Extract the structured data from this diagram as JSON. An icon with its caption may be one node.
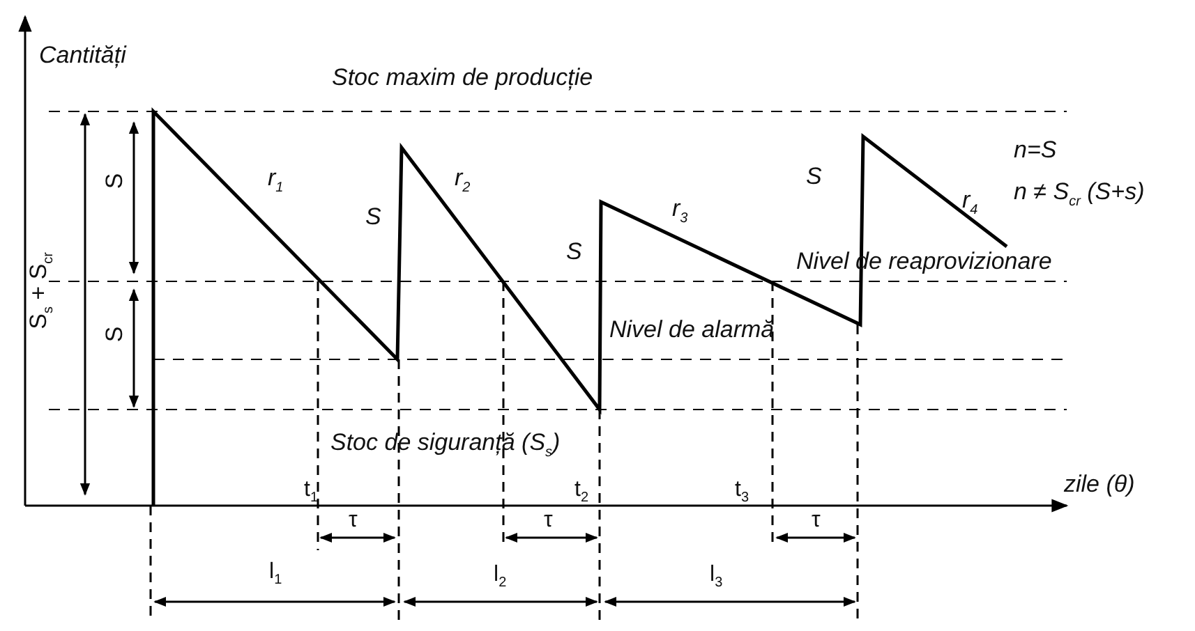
{
  "diagram": {
    "labels": [
      "Cantități",
      "Stoc maxim de producție",
      "n=S",
      "r$_{1}$",
      "r$_{2}$",
      "n ≠ S$_{cr}$ (S+s)",
      "S",
      "r$_{3}$",
      "S",
      "S",
      "S",
      "r$_{4}$",
      "Nivel de reaprovizionare",
      "S",
      "Nivel de alarmă",
      "S$_{s}$ + S$_{cr}$",
      "Stoc de siguranță (S$_{s}$)",
      "t$_{1}$",
      "t$_{2}$",
      "t$_{3}$",
      "zile (θ)",
      "τ",
      "τ",
      "τ",
      "l$_{1}$",
      "l$_{2}$",
      "l$_{3}$"
    ]
  }
}
